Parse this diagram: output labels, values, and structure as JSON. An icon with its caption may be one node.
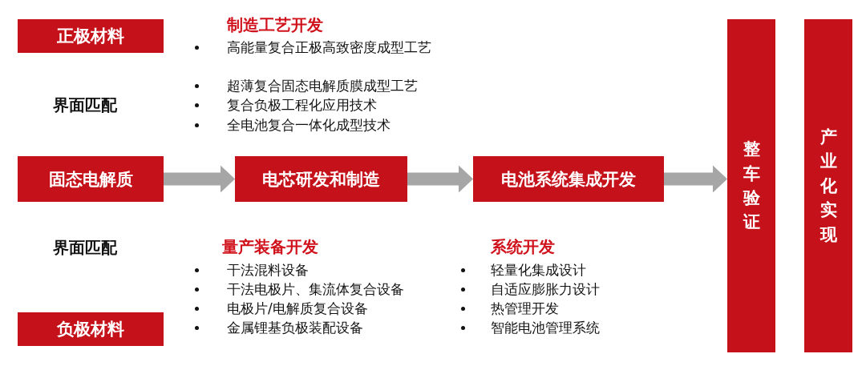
{
  "diagram": {
    "nodes": [
      {
        "text": [
          "正极材料"
        ]
      },
      {
        "text": [
          "固态电解质"
        ]
      },
      {
        "text": [
          "电芯研发和制造"
        ]
      },
      {
        "text": [
          "电池系统集成开发"
        ]
      },
      {
        "text": [
          "整车验证"
        ]
      },
      {
        "text": [
          "产业化实现"
        ]
      },
      {
        "text": [
          "负极材料"
        ]
      }
    ],
    "edges": [
      {
        "from": 1,
        "to": 2,
        "arrow": "to"
      },
      {
        "from": 2,
        "to": 3,
        "arrow": "to"
      },
      {
        "from": 3,
        "to": 4,
        "arrow": "to"
      }
    ],
    "labels": [
      "制造工艺开发",
      "高能量复合正极高致密度成型工艺",
      "超薄复合固态电解质膜成型工艺",
      "复合负极工程化应用技术",
      "全电池复合一体化成型技术",
      "界面匹配",
      "界面匹配",
      "量产装备开发",
      "干法混料设备",
      "干法电极片、集流体复合设备",
      "电极片/电解质复合设备",
      "金属锂基负极装配设备",
      "系统开发",
      "轻量化集成设计",
      "自适应膨胀力设计",
      "热管理开发",
      "智能电池管理系统"
    ]
  }
}
